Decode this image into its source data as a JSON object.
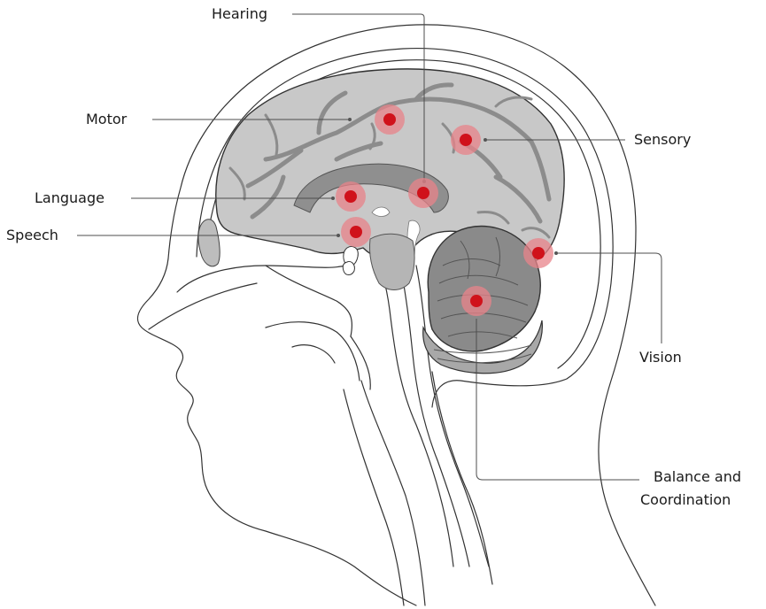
{
  "labels": {
    "hearing": "Hearing",
    "motor": "Motor",
    "sensory": "Sensory",
    "language": "Language",
    "speech": "Speech",
    "vision": "Vision",
    "balance_line1": "Balance and",
    "balance_line2": "Coordination"
  },
  "colors": {
    "marker": "#d0121b",
    "halo": "#e8838a",
    "brain": "#c8c8c8",
    "cerebellum": "#8a8a8a",
    "outline": "#333333"
  }
}
